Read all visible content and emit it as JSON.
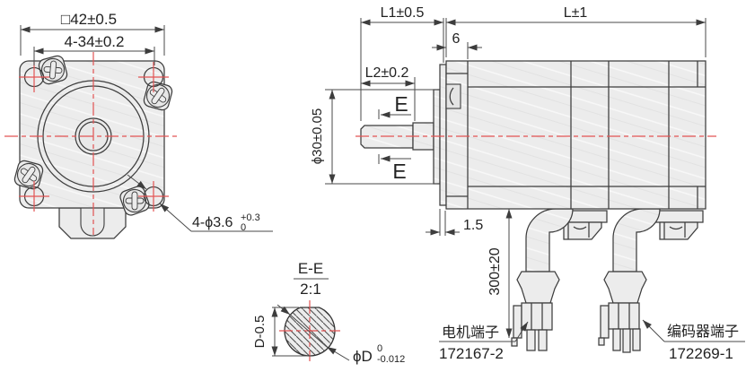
{
  "drawing": {
    "front_view": {
      "dim_square": "□42±0.5",
      "dim_hole_spacing": "4-34±0.2",
      "callout_base": "4-ϕ3.6",
      "callout_sup": "+0.3",
      "callout_sub": "0"
    },
    "side_view": {
      "dim_l1": "L1±0.5",
      "dim_l": "L±1",
      "dim_cap": "6",
      "dim_l2": "L2±0.2",
      "dim_boss_dia": "ϕ30±0.05",
      "dim_plate": "1.5",
      "dim_cable": "300±20",
      "section_mark": "E",
      "labels": {
        "motor_terminal": "电机端子",
        "motor_terminal_part": "172167-2",
        "encoder_terminal": "编码器端子",
        "encoder_terminal_part": "172269-1"
      }
    },
    "section_view": {
      "title": "E-E",
      "scale": "2:1",
      "dim_flat": "D-0.5",
      "dim_dia_base": "ϕD",
      "dim_dia_sup": "0",
      "dim_dia_sub": "-0.012"
    },
    "colors": {
      "line": "#3d3d3d",
      "dimension": "#4a4a4a",
      "centerline": "#e25353",
      "fill": "#ececec",
      "text": "#222222",
      "background": "#ffffff"
    }
  }
}
